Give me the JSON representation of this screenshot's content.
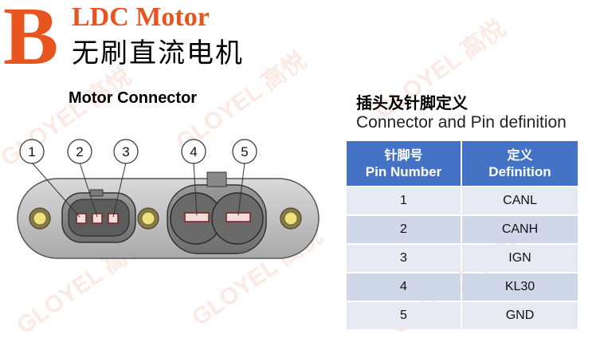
{
  "header": {
    "section_letter": "B",
    "title_en": "LDC Motor",
    "title_cn": "无刷直流电机"
  },
  "diagram": {
    "title": "Motor Connector",
    "pin_callouts": [
      "1",
      "2",
      "3",
      "4",
      "5"
    ]
  },
  "definition": {
    "title_cn": "插头及针脚定义",
    "title_en": "Connector and Pin definition"
  },
  "table": {
    "headers": [
      {
        "cn": "针脚号",
        "en": "Pin Number"
      },
      {
        "cn": "定义",
        "en": "Definition"
      }
    ],
    "rows": [
      {
        "pin": "1",
        "def": "CANL"
      },
      {
        "pin": "2",
        "def": "CANH"
      },
      {
        "pin": "3",
        "def": "IGN"
      },
      {
        "pin": "4",
        "def": "KL30"
      },
      {
        "pin": "5",
        "def": "GND"
      }
    ]
  },
  "watermark_text": "GLOYEL 高悦",
  "colors": {
    "accent": "#e8541e",
    "table_header": "#4472c4"
  }
}
